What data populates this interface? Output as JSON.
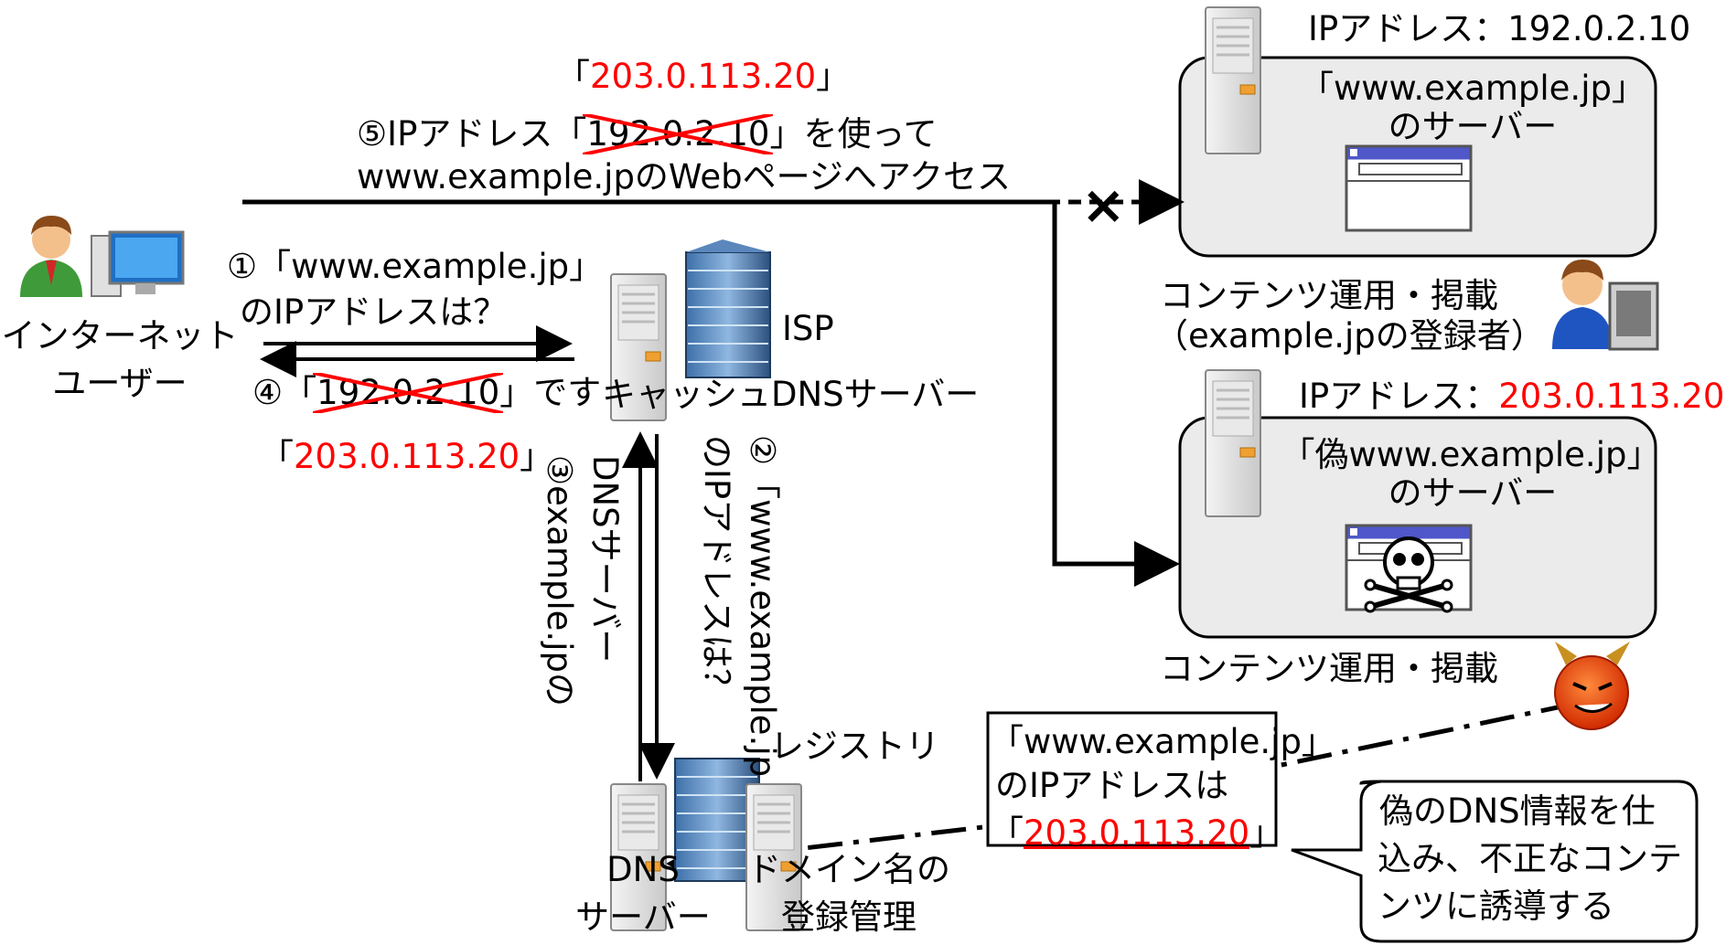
{
  "colors": {
    "accent": "#ff0000",
    "server_box_fill": "#ebebeb",
    "browser_titlebar": "#4f57c9"
  },
  "top_access": {
    "replaced_ip": "203.0.113.20",
    "line1_prefix": "⑤IPアドレス「",
    "old_ip": "192.0.2.10",
    "line1_suffix": "」を使って",
    "line2": "www.example.jpのWebページへアクセス",
    "blocked_marker": "×"
  },
  "user": {
    "label_line1": "インターネット",
    "label_line2": "ユーザー"
  },
  "query1": {
    "line1": "①「www.example.jp」",
    "line2": "のIPアドレスは？"
  },
  "reply4": {
    "prefix": "④「",
    "old_ip": "192.0.2.10",
    "suffix": "」です",
    "replaced_ip": "203.0.113.20"
  },
  "cache_dns": {
    "isp_label": "ISP",
    "label": "キャッシュDNSサーバー"
  },
  "query2": {
    "line1": "②「www.example.jp",
    "line2": "のIPアドレスは？"
  },
  "reply3": {
    "line1": "③example.jpの",
    "line2": "DNSサーバー"
  },
  "registry": {
    "registry_label": "レジストリ",
    "dns_line1": "DNS",
    "dns_line2": "サーバー",
    "domain_line1": "ドメイン名の",
    "domain_line2": "登録管理"
  },
  "real_server": {
    "ip_label": "IPアドレス：192.0.2.10",
    "name_line1": "「www.example.jp」",
    "name_line2": "のサーバー",
    "operator_line1": "コンテンツ運用・掲載",
    "operator_line2": "（example.jpの登録者）"
  },
  "fake_server": {
    "ip_prefix": "IPアドレス：",
    "ip_value": "203.0.113.20",
    "name_line1": "「偽www.example.jp」",
    "name_line2": "のサーバー",
    "operator": "コンテンツ運用・掲載"
  },
  "poison_record": {
    "line1": "「www.example.jp」",
    "line2": "のIPアドレスは",
    "line3_prefix": "「",
    "ip": "203.0.113.20",
    "line3_suffix": "」"
  },
  "attacker_bubble": {
    "line1": "偽のDNS情報を仕",
    "line2": "込み、不正なコンテ",
    "line3": "ンツに誘導する"
  }
}
